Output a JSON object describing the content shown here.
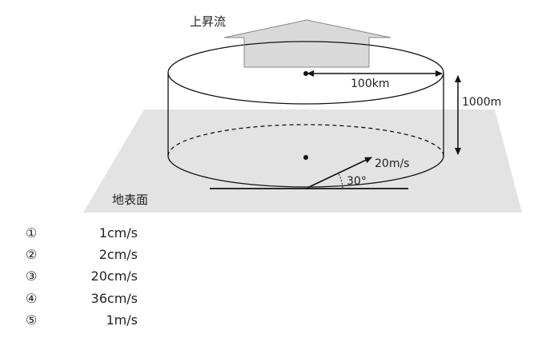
{
  "diagram": {
    "updraft_label": "上昇流",
    "radius_label": "100km",
    "height_label": "1000m",
    "wind_label": "20m/s",
    "angle_label": "30°",
    "ground_label": "地表面"
  },
  "choices": [
    {
      "number": "①",
      "value": "1cm/s"
    },
    {
      "number": "②",
      "value": "2cm/s"
    },
    {
      "number": "③",
      "value": "20cm/s"
    },
    {
      "number": "④",
      "value": "36cm/s"
    },
    {
      "number": "⑤",
      "value": "1m/s"
    }
  ]
}
